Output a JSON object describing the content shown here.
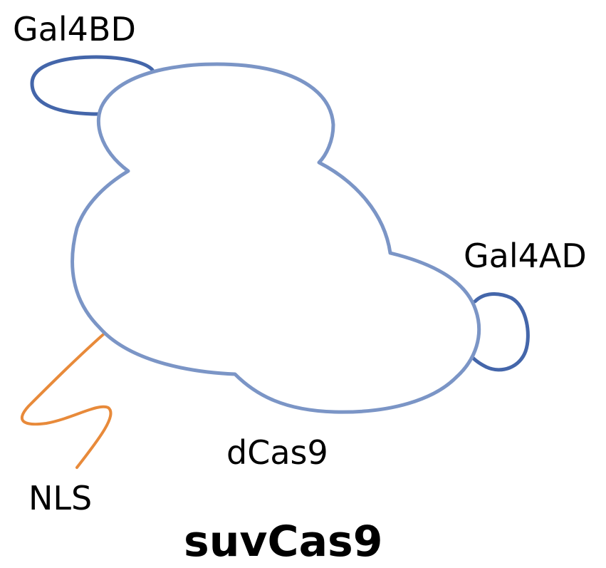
{
  "labels": {
    "binding_domain": "Gal4BD",
    "activation_domain": "Gal4AD",
    "core_protein": "dCas9",
    "nuclear_localization_signal": "NLS",
    "construct_name": "suvCas9"
  },
  "colors": {
    "dcas9_outline": "#7b95c6",
    "gal4_outline": "#4466aa",
    "nls_line": "#e88a3a",
    "text": "#000000",
    "background": "#ffffff"
  }
}
